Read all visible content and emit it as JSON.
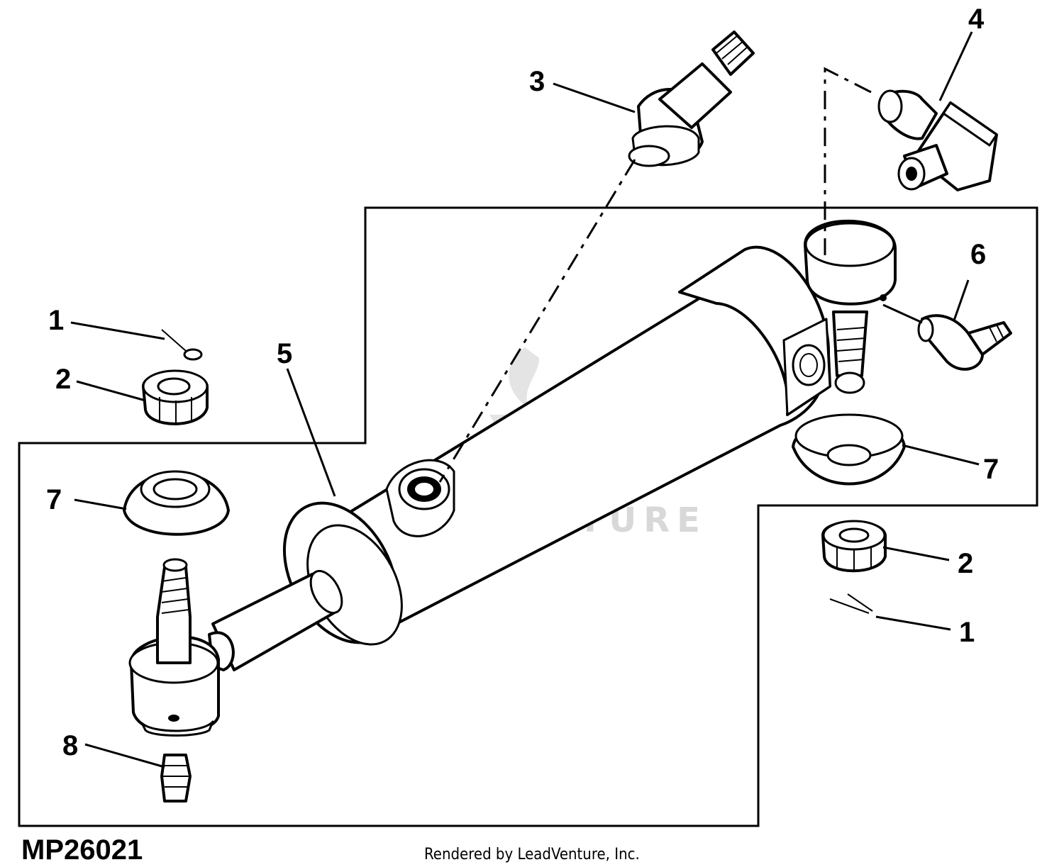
{
  "figure_id": "MP26021",
  "credit": "Rendered by LeadVenture, Inc.",
  "watermark": "LEADVENTURE",
  "callouts": [
    "1",
    "2",
    "3",
    "4",
    "5",
    "6",
    "7",
    "8",
    "7",
    "2",
    "1"
  ],
  "colors": {
    "ink": "#000000",
    "paper": "#ffffff",
    "watermark": "#d8d8d8"
  }
}
